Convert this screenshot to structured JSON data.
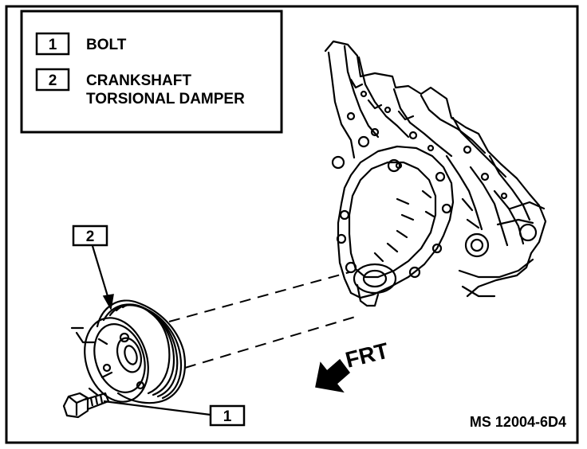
{
  "legend": {
    "items": [
      {
        "number": "1",
        "line1": "BOLT",
        "line2": ""
      },
      {
        "number": "2",
        "line1": "CRANKSHAFT",
        "line2": "TORSIONAL DAMPER"
      }
    ]
  },
  "callouts": {
    "damper_number": "2",
    "bolt_number": "1"
  },
  "direction_label": "FRT",
  "figure_code": "MS 12004-6D4",
  "icons": [
    "front-direction-arrow-icon"
  ]
}
